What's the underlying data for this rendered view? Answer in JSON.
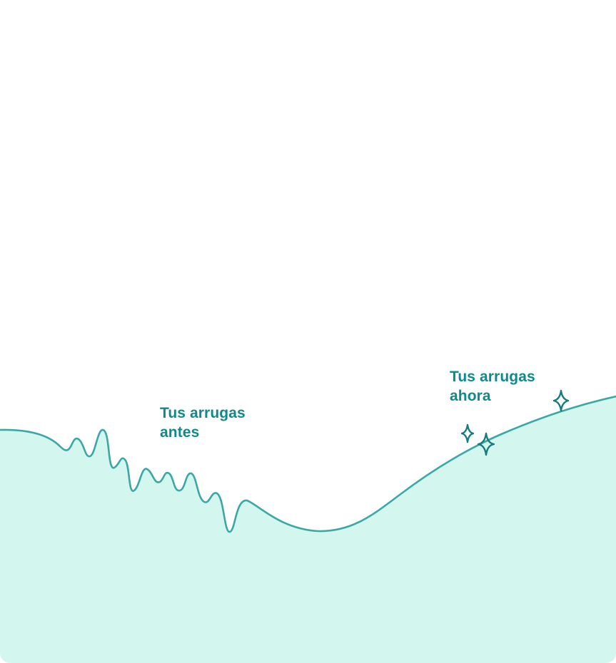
{
  "colors": {
    "fill": "#d3f6ee",
    "line": "#3ba8a6",
    "text": "#0e8a8a",
    "sparkle": "#137c7c"
  },
  "labels": {
    "before": {
      "line1": "Tus arrugas",
      "line2": "antes"
    },
    "after": {
      "line1": "Tus arrugas",
      "line2": "ahora"
    }
  },
  "icons": [
    "sparkle-icon",
    "sparkle-icon",
    "sparkle-icon"
  ]
}
